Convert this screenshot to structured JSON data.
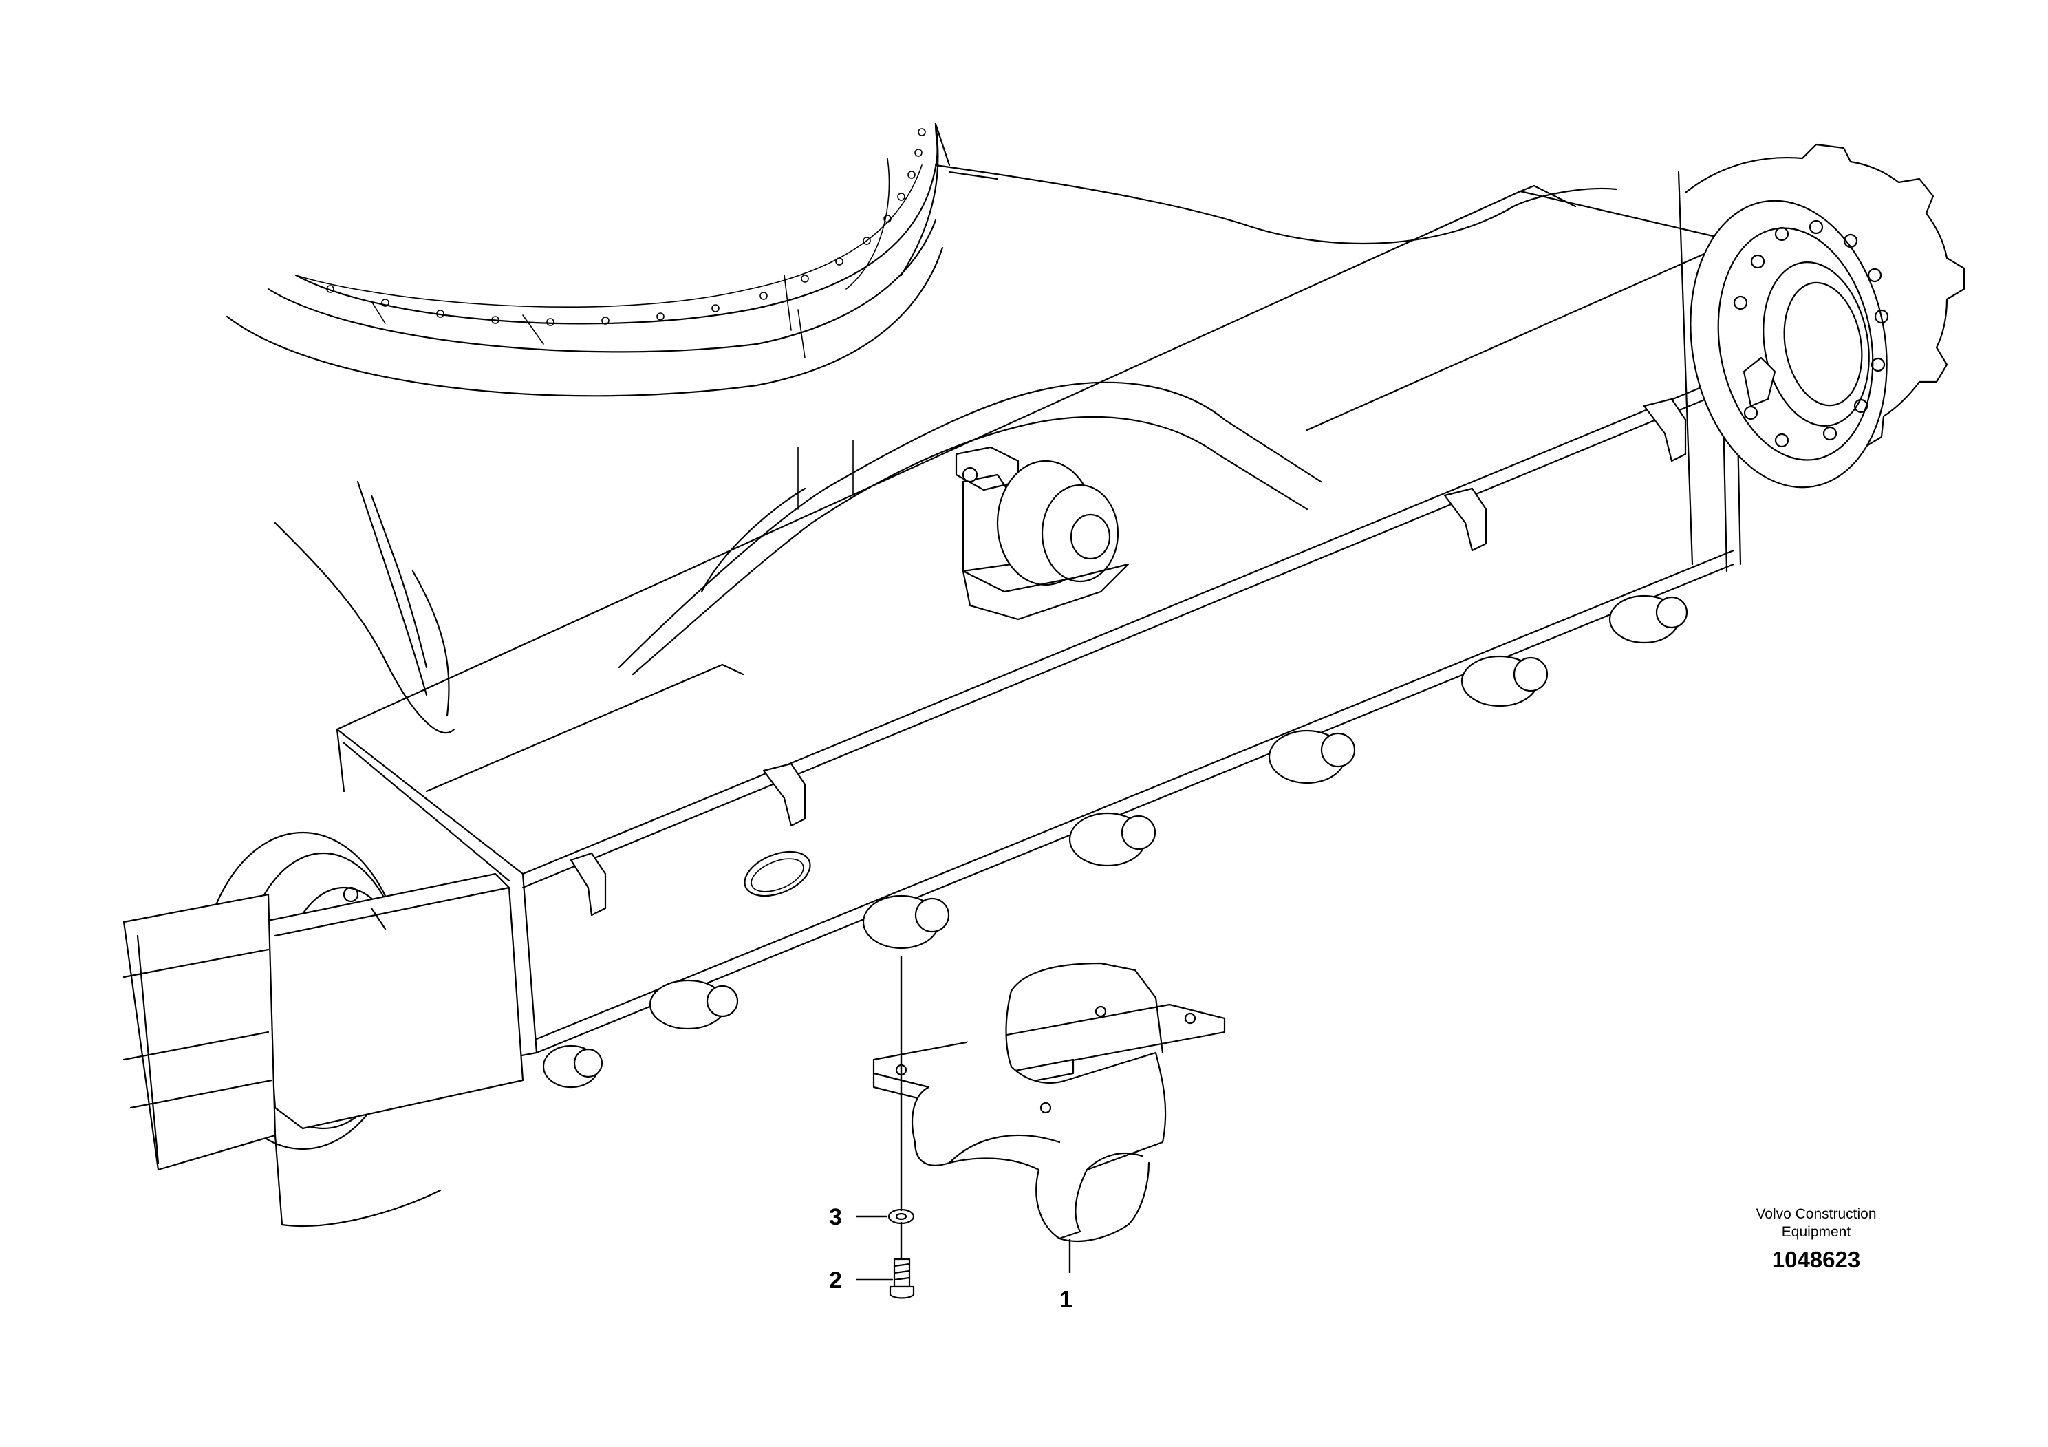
{
  "diagram": {
    "manufacturer_line1": "Volvo Construction",
    "manufacturer_line2": "Equipment",
    "figure_number": "1048623",
    "callouts": [
      {
        "number": "1",
        "part": "guard"
      },
      {
        "number": "2",
        "part": "screw"
      },
      {
        "number": "3",
        "part": "washer"
      }
    ]
  }
}
